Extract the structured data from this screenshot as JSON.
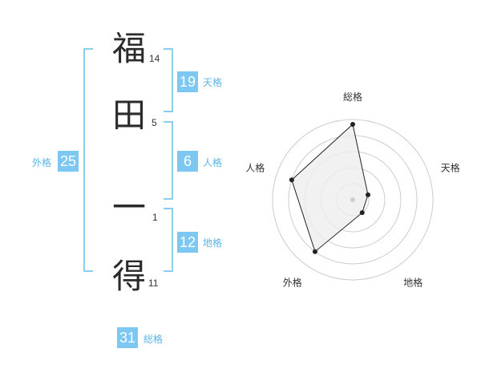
{
  "name": {
    "chars": [
      {
        "char": "福",
        "strokes": "14"
      },
      {
        "char": "田",
        "strokes": "5"
      },
      {
        "char": "一",
        "strokes": "1"
      },
      {
        "char": "得",
        "strokes": "11"
      }
    ]
  },
  "kaku": {
    "tenkaku": {
      "value": "19",
      "label": "天格"
    },
    "jinkaku": {
      "value": "6",
      "label": "人格"
    },
    "chikaku": {
      "value": "12",
      "label": "地格"
    },
    "gaikaku": {
      "value": "25",
      "label": "外格"
    },
    "soukaku": {
      "value": "31",
      "label": "総格"
    }
  },
  "chart_data": {
    "type": "radar",
    "axes": [
      "総格",
      "天格",
      "地格",
      "外格",
      "人格"
    ],
    "max": 5,
    "rings": 5,
    "values": [
      4.7,
      1.0,
      1.0,
      4.0,
      4.0
    ],
    "colors": {
      "fill": "#eeeeee",
      "line": "#222222",
      "grid": "#cccccc"
    }
  }
}
